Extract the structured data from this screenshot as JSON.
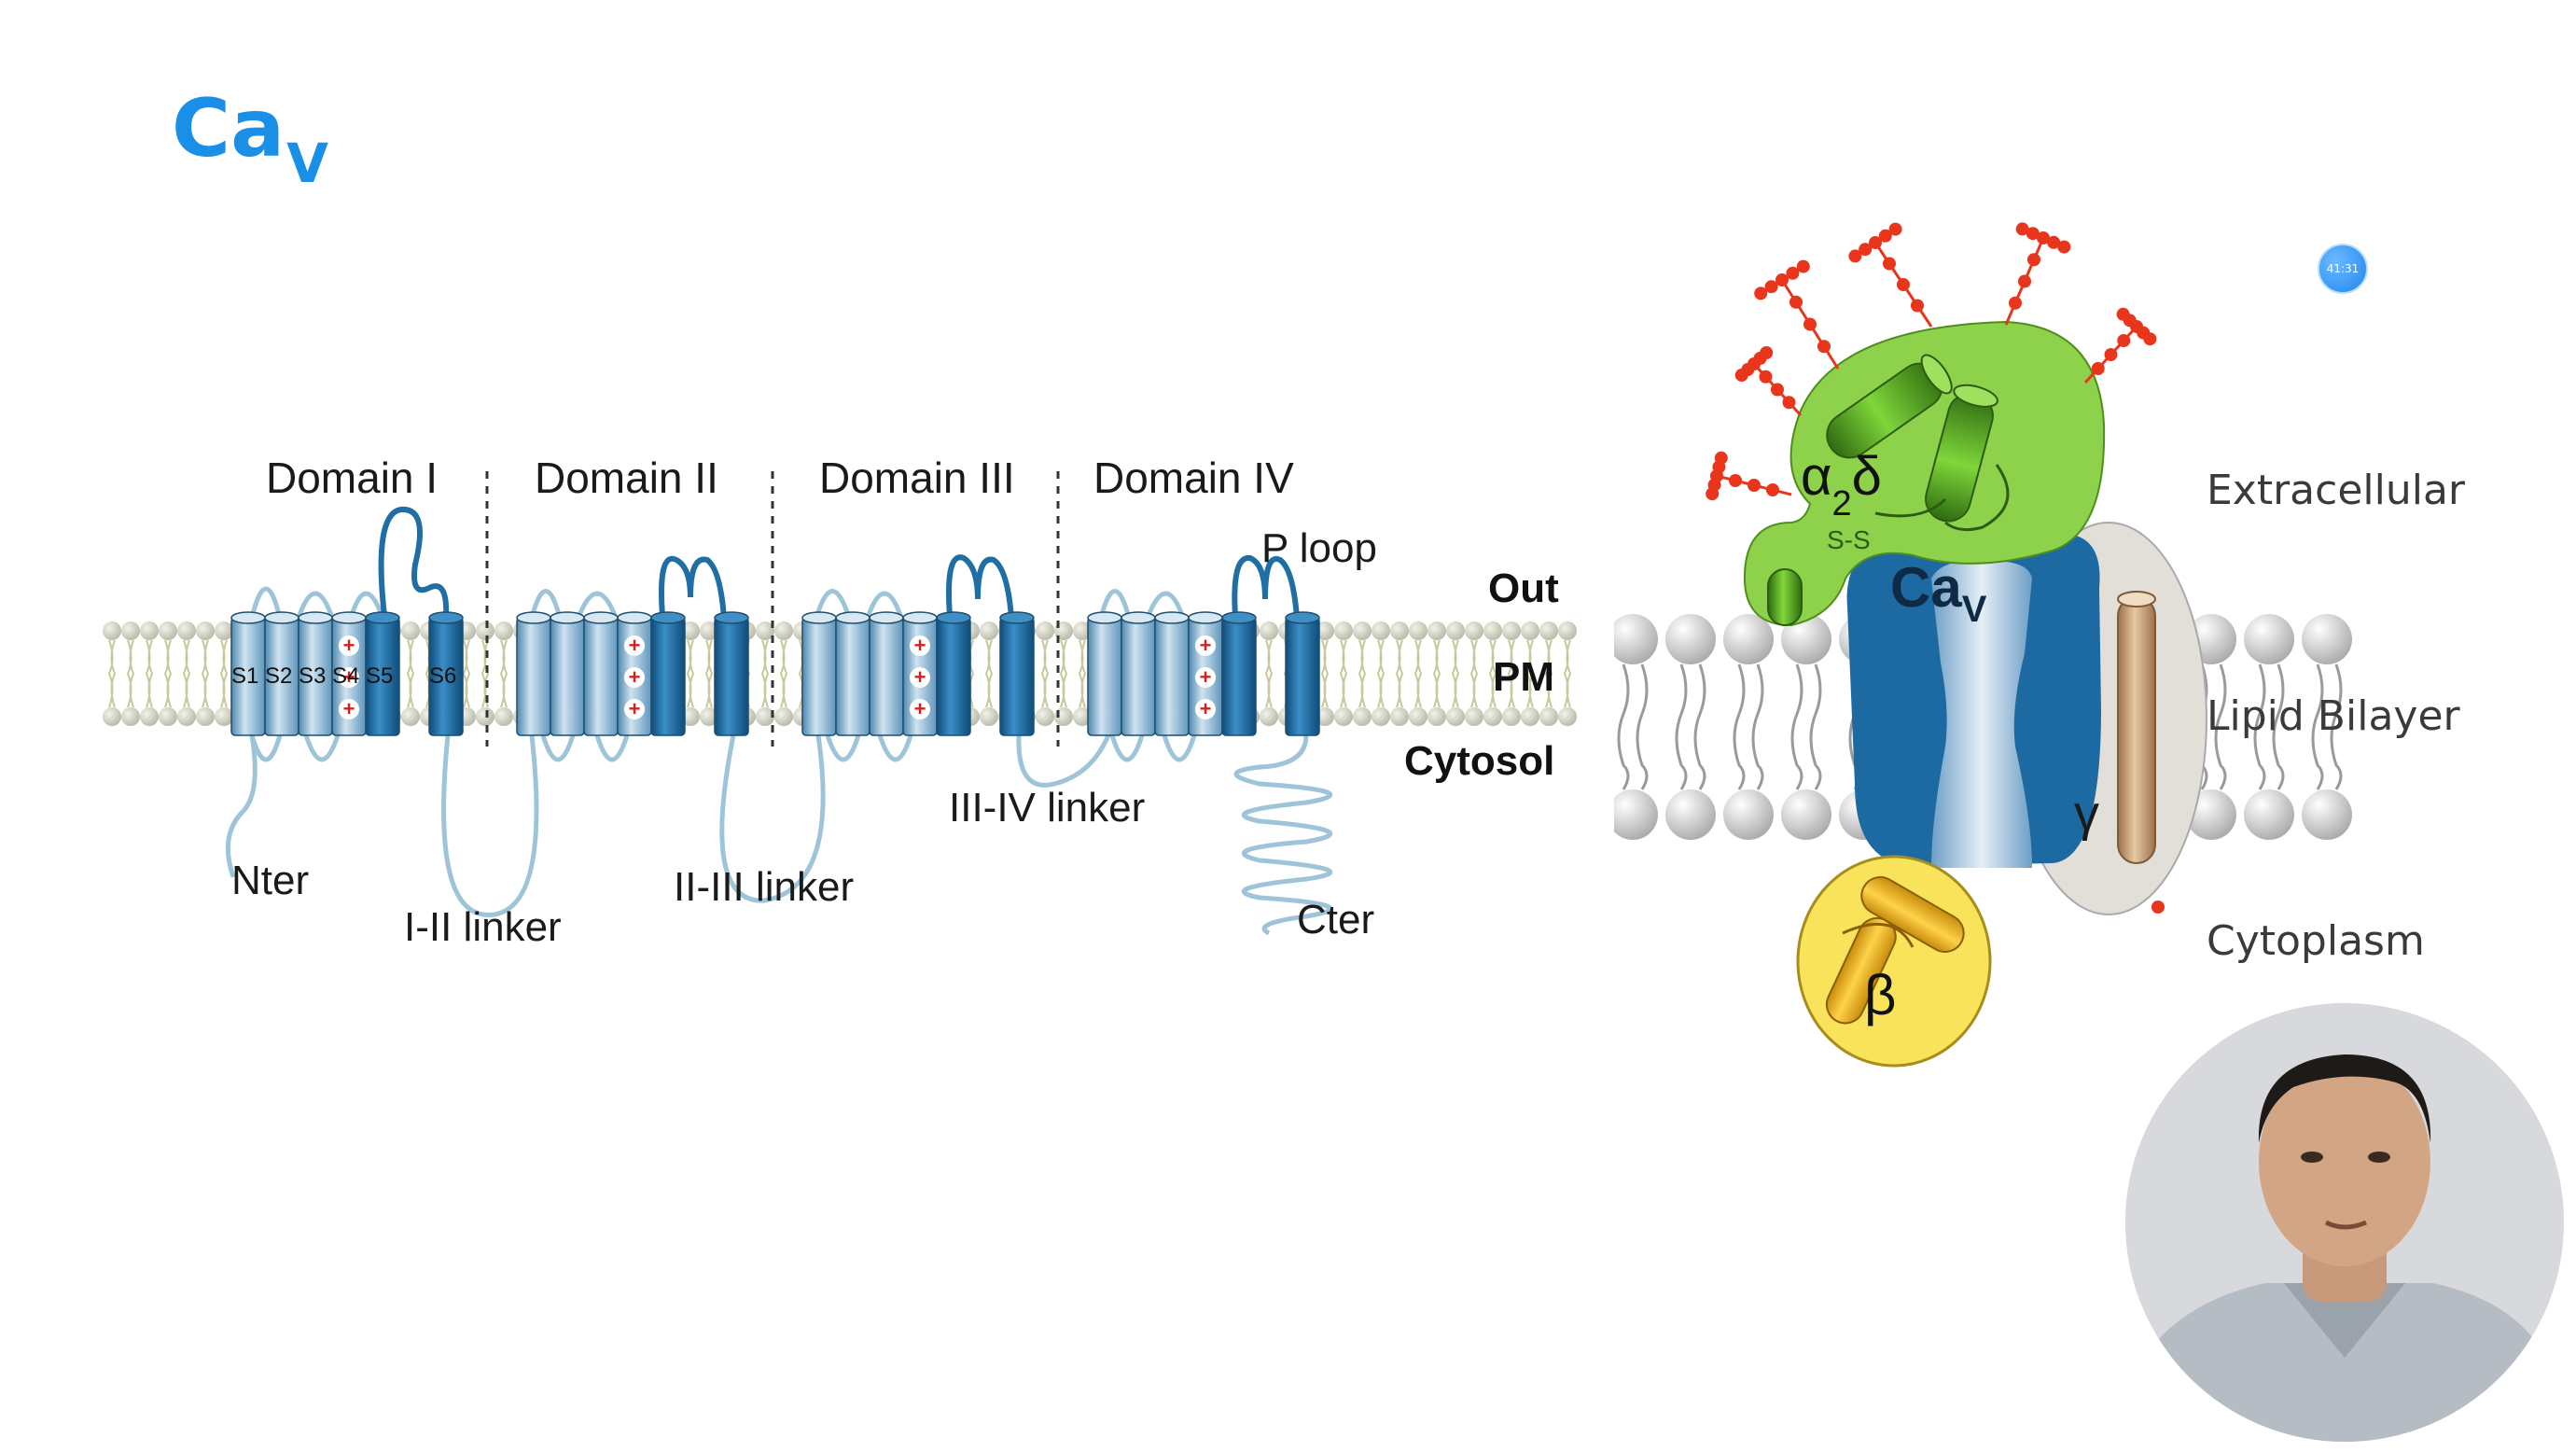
{
  "slide": {
    "title_main": "Ca",
    "title_sub": "V"
  },
  "left_diagram": {
    "domains": [
      "Domain I",
      "Domain II",
      "Domain III",
      "Domain IV"
    ],
    "segment_labels": [
      "S1",
      "S2",
      "S3",
      "S4",
      "S5",
      "S6"
    ],
    "p_loop": "P loop",
    "side_labels": {
      "out": "Out",
      "pm": "PM",
      "cytosol": "Cytosol"
    },
    "nter": "Nter",
    "cter": "Cter",
    "linkers": [
      "I-II linker",
      "II-III linker",
      "III-IV linker"
    ],
    "charge_symbol": "+"
  },
  "right_diagram": {
    "alpha2delta_alpha": "α",
    "alpha2delta_sub": "2",
    "alpha2delta_delta": "δ",
    "disulfide": "S-S",
    "cav_main": "Ca",
    "cav_sub": "V",
    "gamma": "γ",
    "beta": "β",
    "regions": [
      "Extracellular",
      "Lipid Bilayer",
      "Cytoplasm"
    ]
  },
  "timer": {
    "text": "41:31"
  },
  "colors": {
    "title": "#1a8fe8",
    "helix_light": "#7fb3d4",
    "helix_dark": "#1f6fa5",
    "loop": "#9dc4d9",
    "alpha2delta": "#8ed14a",
    "glycan": "#e8351b",
    "cav_channel": "#1d6aa3",
    "beta": "#f5d93a",
    "gamma_rod": "#c8a27a"
  }
}
